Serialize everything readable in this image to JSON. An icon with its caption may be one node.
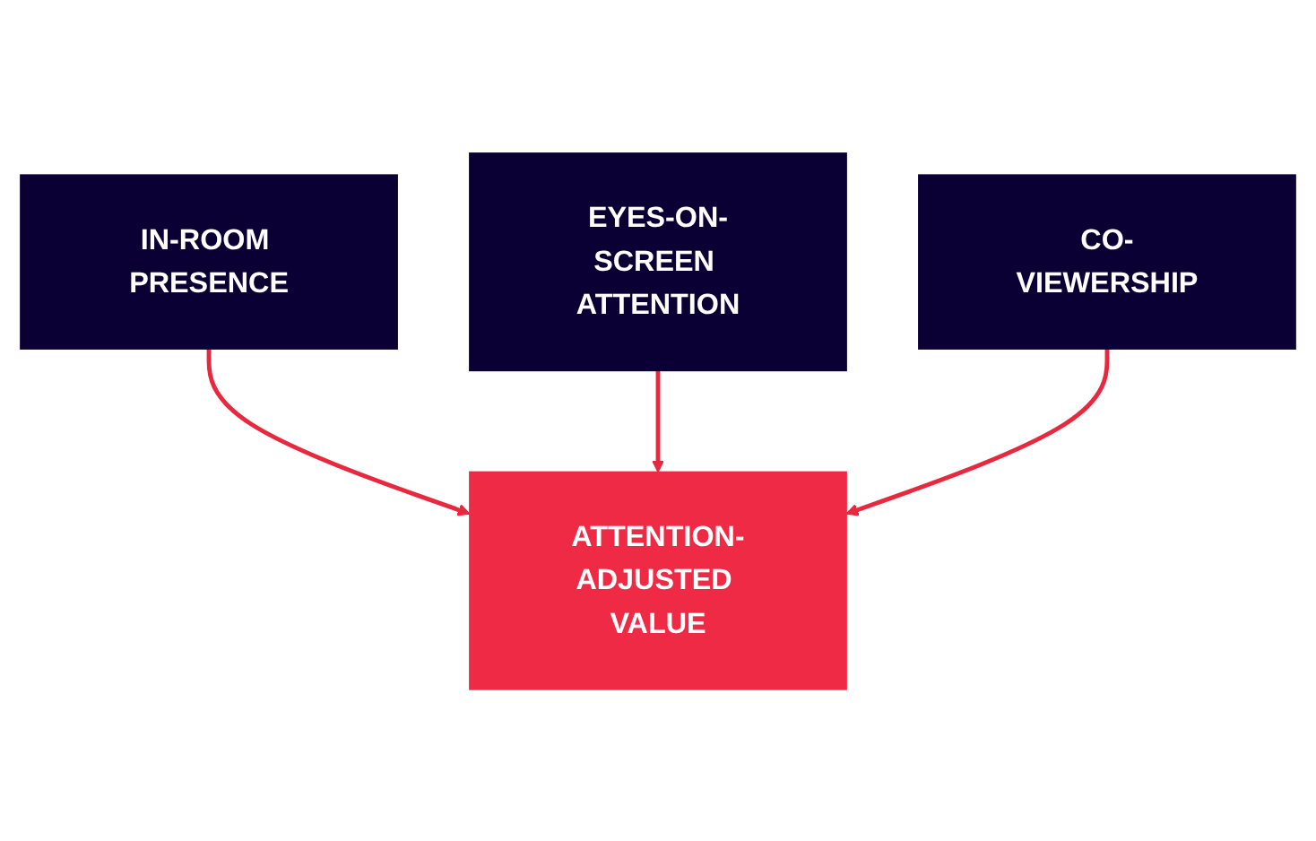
{
  "diagram": {
    "nodes": [
      {
        "text": [
          "IN-ROOM PRESENCE"
        ]
      },
      {
        "text": [
          "EYES-ON-SCREEN ATTENTION"
        ]
      },
      {
        "text": [
          "CO-VIEWERSHIP"
        ]
      },
      {
        "text": [
          "ATTENTION-ADJUSTED VALUE"
        ]
      }
    ],
    "edges": [
      {
        "from": 0,
        "to": 3,
        "arrow": "to",
        "color": "#e8283f"
      },
      {
        "from": 1,
        "to": 3,
        "arrow": "to",
        "color": "#e8283f"
      },
      {
        "from": 2,
        "to": 3,
        "arrow": "to",
        "color": "#e8283f"
      }
    ]
  }
}
